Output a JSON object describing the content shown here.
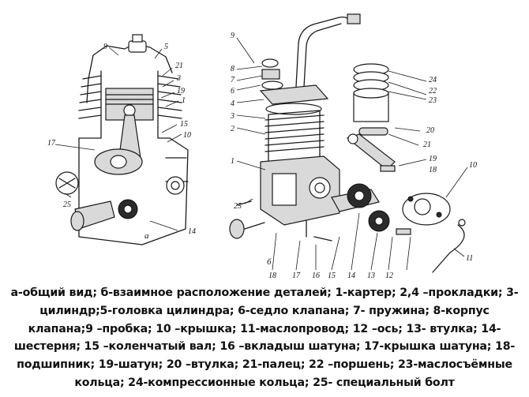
{
  "subfigures": {
    "a": "а",
    "b": "б"
  },
  "callouts_a": [
    "9",
    "5",
    "21",
    "3",
    "19",
    "1",
    "15",
    "10",
    "17",
    "25",
    "14"
  ],
  "callouts_b": [
    "9",
    "8",
    "7",
    "6",
    "4",
    "3",
    "2",
    "1",
    "24",
    "22",
    "23",
    "20",
    "21",
    "19",
    "18",
    "10",
    "25",
    "18",
    "17",
    "16",
    "15",
    "14",
    "13",
    "12",
    "11"
  ],
  "caption": "а-общий вид; б-взаимное расположение деталей; 1-картер; 2,4 –прокладки; 3-цилиндр;5-головка цилиндра; 6-седло клапана; 7- пружина; 8-корпус клапана;9 –пробка; 10 –крышка; 11-маслопровод; 12 –ось; 13- втулка; 14-шестерня; 15 –коленчатый вал; 16 –вкладыш шатуна; 17-крышка шатуна; 18-подшипник; 19-шатун; 20 –втулка; 21-палец; 22 –поршень; 23-маслосъёмные кольца; 24-компрессионные кольца; 25- специальный болт"
}
